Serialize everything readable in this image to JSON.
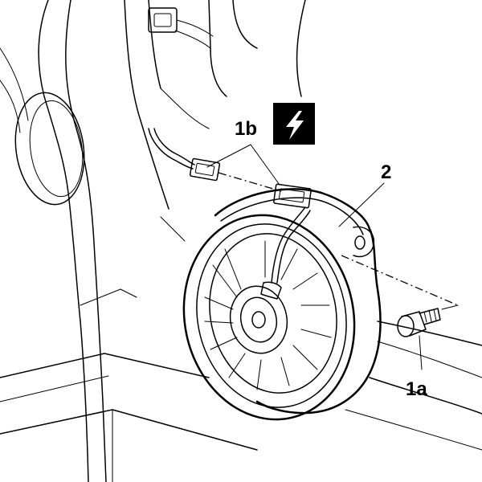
{
  "labels": {
    "connector": "1b",
    "speaker": "2",
    "screw": "1a"
  },
  "icons": {
    "electrical_warning": "lightning-bolt-icon"
  },
  "colors": {
    "line": "#000000",
    "background": "#ffffff",
    "badge": "#000000",
    "badge_symbol": "#ffffff"
  }
}
